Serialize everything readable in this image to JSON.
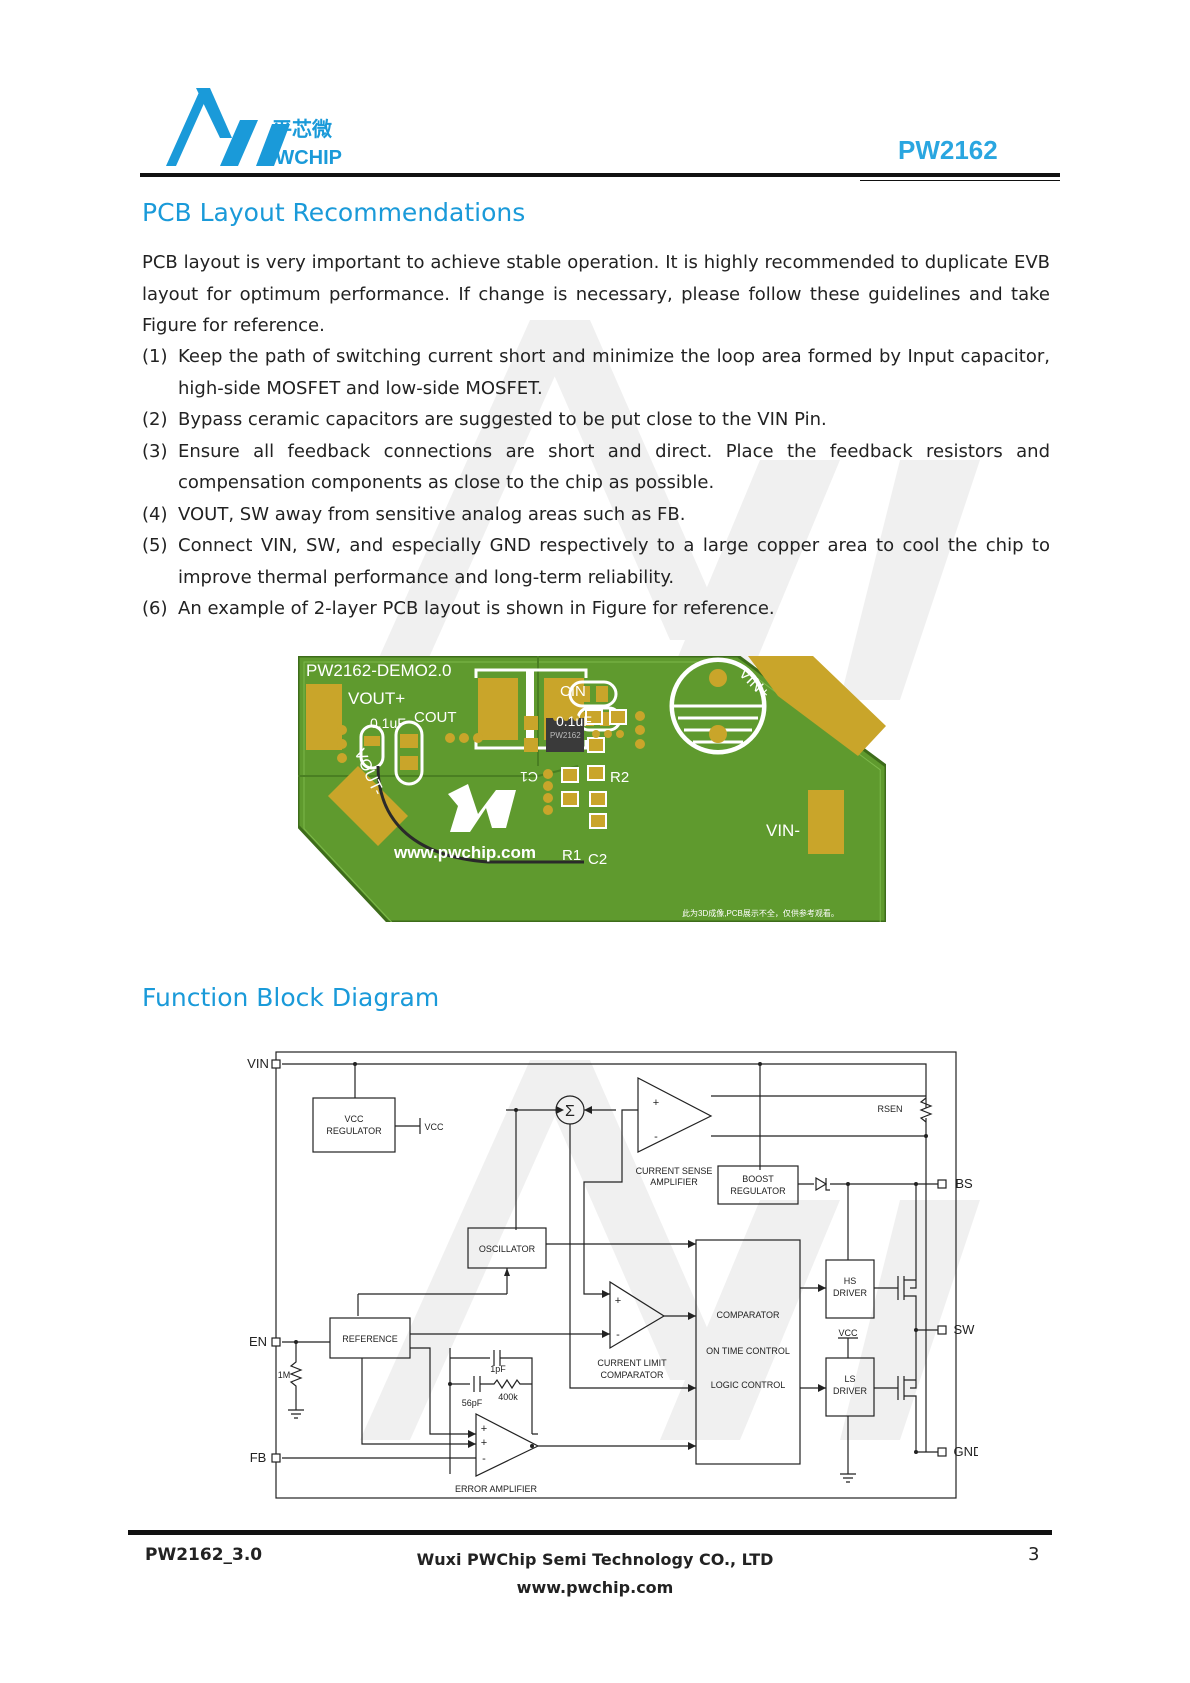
{
  "header": {
    "logo_cn": "平芯微",
    "logo_en": "PWCHIP",
    "part_number": "PW2162"
  },
  "colors": {
    "brand_blue": "#1a9ad9",
    "pcb_green": "#5f9a2e",
    "pad_gold": "#c9a52a"
  },
  "pcb_section": {
    "title": "PCB Layout Recommendations",
    "intro": "PCB layout is very important to achieve stable operation. It is highly recommended to duplicate EVB layout for optimum performance. If change is necessary, please follow these guidelines and take Figure for reference.",
    "items": [
      {
        "num": "(1)",
        "text": "Keep the path of switching current short and minimize the loop area formed by Input capacitor, high-side MOSFET and low-side MOSFET."
      },
      {
        "num": "(2)",
        "text": "Bypass ceramic capacitors are suggested to be put close to the VIN Pin."
      },
      {
        "num": "(3)",
        "text": "Ensure all feedback connections are short and direct. Place the feedback resistors and compensation components as close to the chip as possible."
      },
      {
        "num": "(4)",
        "text": "VOUT, SW away from sensitive analog areas such as FB."
      },
      {
        "num": "(5)",
        "text": "Connect VIN, SW, and especially GND respectively to a large copper area to cool the chip to improve thermal performance and long-term reliability."
      },
      {
        "num": "(6)",
        "text": "An example of 2-layer PCB layout is shown in Figure  for reference."
      }
    ]
  },
  "pcb_image": {
    "board_name": "PW2162-DEMO2.0",
    "vout_plus": "VOUT+",
    "vout_minus": "VOUT-",
    "cap_01": "0.1uF",
    "cout": "COUT",
    "cin": "CIN",
    "cap_01_in": "0.1uF",
    "vin_plus": "VIN+",
    "vin_minus": "VIN-",
    "c1": "C1",
    "r2": "R2",
    "r1": "R1",
    "c2": "C2",
    "chip_label": "PW2162",
    "website": "www.pwchip.com",
    "disclaimer": "此为3D成像,PCB展示不全，仅供参考观看。"
  },
  "block_section": {
    "title": "Function Block Diagram"
  },
  "block_diagram": {
    "vin": "VIN",
    "en": "EN",
    "fb": "FB",
    "bs": "BS",
    "sw": "SW",
    "gnd": "GND",
    "vcc_reg_1": "VCC",
    "vcc_reg_2": "REGULATOR",
    "vcc_out": "VCC",
    "sigma": "Σ",
    "cs_amp_1": "CURRENT SENSE",
    "cs_amp_2": "AMPLIFIER",
    "rsen": "RSEN",
    "boost_1": "BOOST",
    "boost_2": "REGULATOR",
    "oscillator": "OSCILLATOR",
    "reference": "REFERENCE",
    "cl_comp_1": "CURRENT LIMIT",
    "cl_comp_2": "COMPARATOR",
    "comparator": "COMPARATOR",
    "on_time": "ON TIME CONTROL",
    "logic": "LOGIC CONTROL",
    "hs_1": "HS",
    "hs_2": "DRIVER",
    "ls_1": "LS",
    "ls_2": "DRIVER",
    "vcc_mid": "VCC",
    "r_1m": "1M",
    "c_1pf": "1pF",
    "c_56pf": "56pF",
    "r_400k": "400k",
    "err_amp": "ERROR AMPLIFIER",
    "plus": "+",
    "minus": "-"
  },
  "footer": {
    "doc_version": "PW2162_3.0",
    "company": "Wuxi PWChip Semi Technology CO., LTD",
    "website": "www.pwchip.com",
    "page": "3"
  }
}
